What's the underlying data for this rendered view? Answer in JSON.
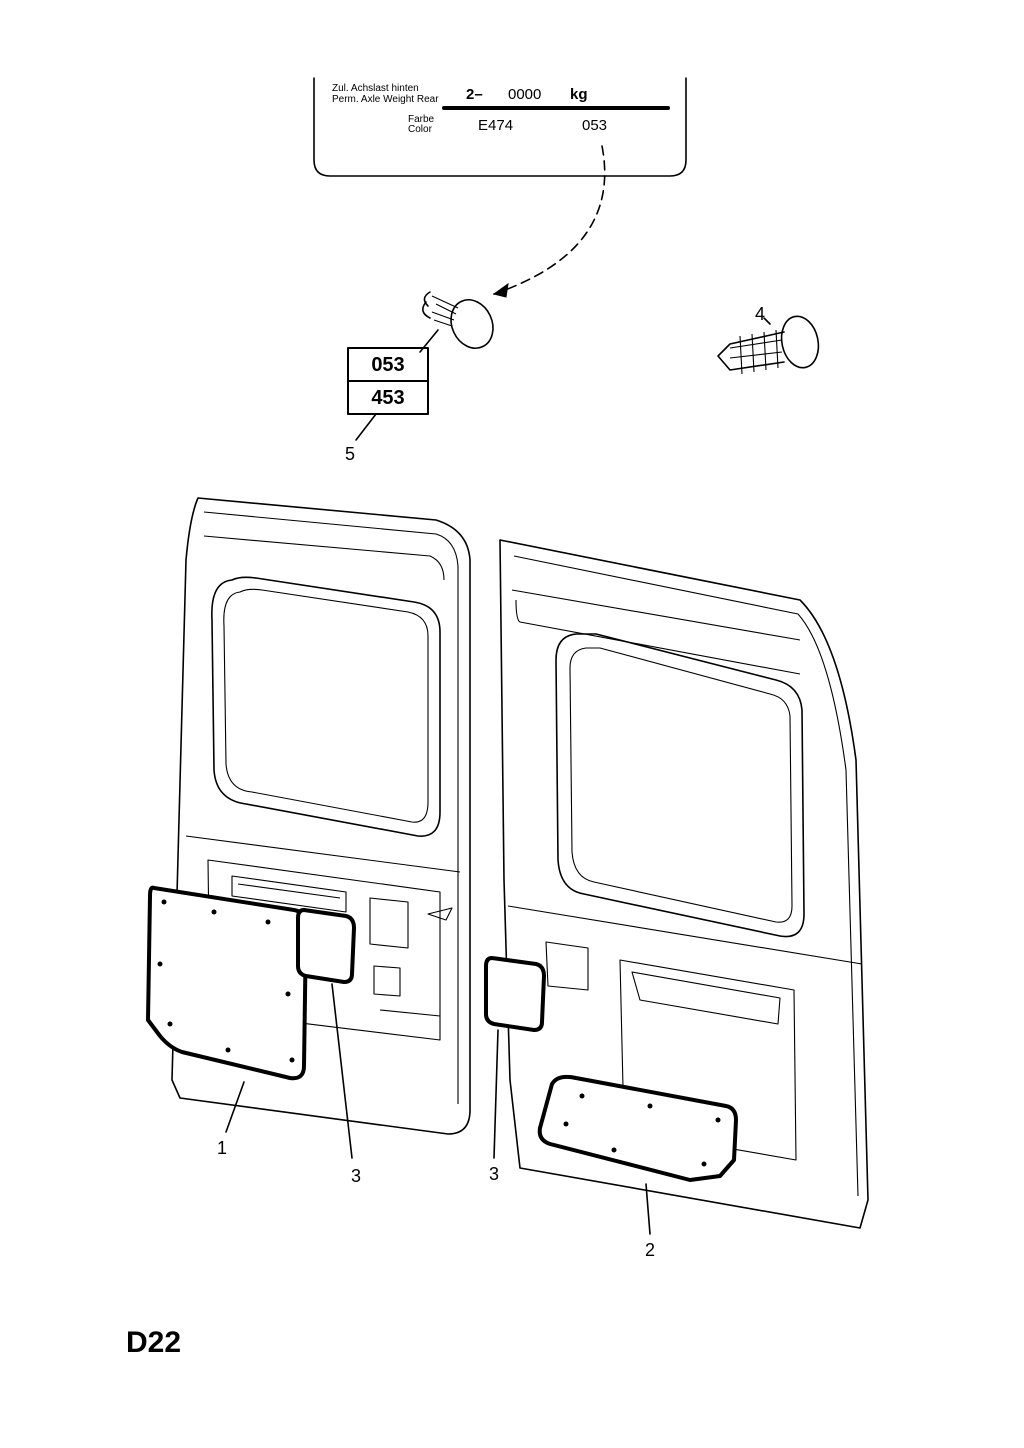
{
  "plate": {
    "axle_label_de": "Zul. Achslast hinten",
    "axle_label_en": "Perm. Axle Weight Rear",
    "axle_prefix": "2–",
    "axle_value": "0000",
    "axle_unit": "kg",
    "color_label_de": "Farbe",
    "color_label_en": "Color",
    "color_code": "E474",
    "color_number": "053"
  },
  "code_box": {
    "top": "053",
    "bottom": "453"
  },
  "callouts": {
    "c1": "1",
    "c2": "2",
    "c3_left": "3",
    "c3_right": "3",
    "c4": "4",
    "c5": "5"
  },
  "page_code": "D22"
}
